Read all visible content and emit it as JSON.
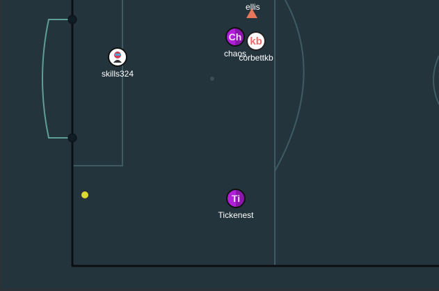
{
  "players": [
    {
      "id": "skills324",
      "name": "skills324",
      "icon": "avatar-icon"
    },
    {
      "id": "chaos",
      "name": "chaos",
      "initials": "Ch"
    },
    {
      "id": "corbettkb",
      "name": "corbettkb",
      "initials": "kb"
    },
    {
      "id": "tickenest",
      "name": "Tickenest",
      "initials": "Ti"
    }
  ],
  "marker": {
    "name": "ellis",
    "icon": "triangle-marker-icon",
    "color": "#e8765a"
  },
  "ball": {
    "color": "#e0d832",
    "icon": "ball-icon"
  },
  "colors": {
    "pitch": "#24343d",
    "lines": "#5f9e96",
    "accent_purple": "#b020d8"
  }
}
